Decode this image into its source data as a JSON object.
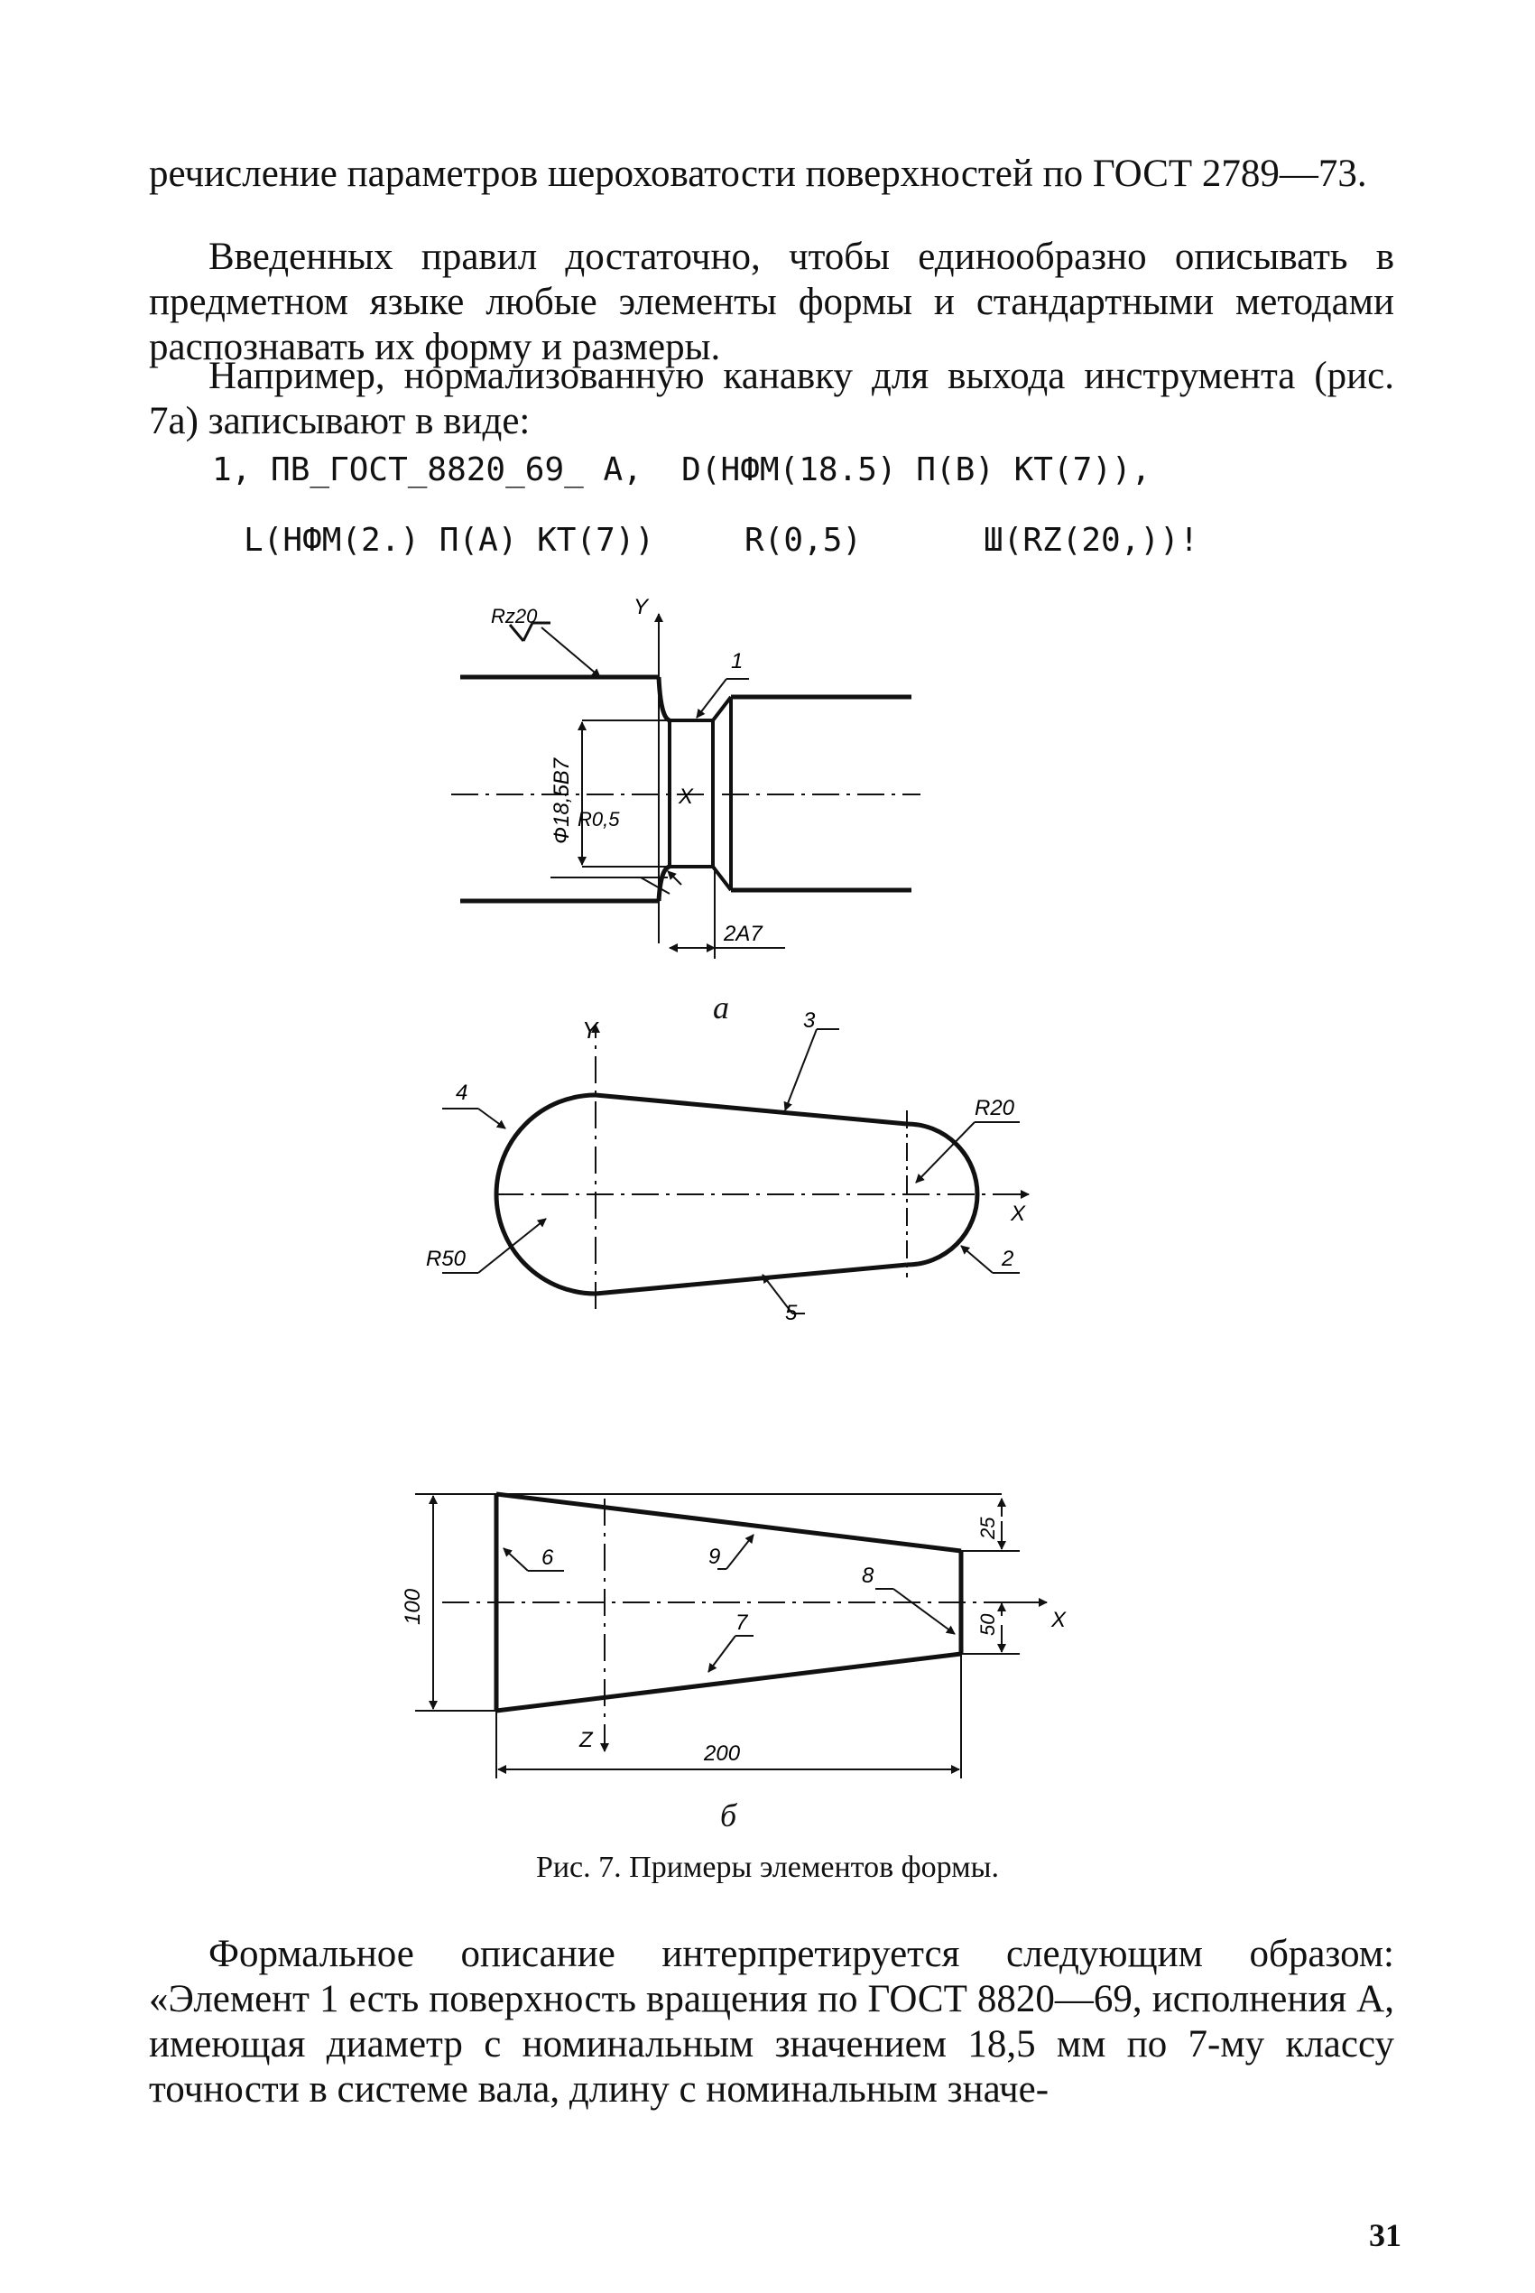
{
  "intro": {
    "line1": "речисление параметров шероховатости поверхностей по ГОСТ 2789—73.",
    "para2": "Введенных правил достаточно, чтобы единообразно описывать в предметном языке любые элементы формы и стандартными методами распознавать их форму и размеры.",
    "para3": "Например, нормализованную канавку для выхода инструмента (рис. 7а) записывают в виде:"
  },
  "code": {
    "line1": "1, ПВ_ГОСТ_8820_69_ А,  D(НФМ(18.5) П(В) КТ(7)),",
    "line2_part1": "L(НФМ(2.) П(А) КТ(7))",
    "line2_part2": "R(0,5)",
    "line2_part3": "Ш(RZ(20,))!"
  },
  "figure_a": {
    "label_rz": "Rz20",
    "label_y": "Y",
    "label_x": "X",
    "label_1": "1",
    "label_diam": "Ф18,5В7",
    "label_r": "R0,5",
    "label_2a": "2А7",
    "sublabel": "а"
  },
  "figure_b_upper": {
    "label_y": "Y",
    "label_x": "X",
    "label_3": "3",
    "label_4": "4",
    "label_r20": "R20",
    "label_2": "2",
    "label_r50": "R50",
    "label_5": "5"
  },
  "figure_b": {
    "label_100": "100",
    "label_6": "6",
    "label_9": "9",
    "label_8": "8",
    "label_7": "7",
    "label_25": "25",
    "label_50": "50",
    "label_x": "X",
    "label_z": "Z",
    "label_200": "200",
    "sublabel": "б"
  },
  "caption": "Рис. 7. Примеры элементов формы.",
  "outro": {
    "para": "Формальное описание интерпретируется следующим образом: «Элемент 1 есть поверхность вращения по ГОСТ 8820—69, исполнения А, имеющая диаметр с номинальным значением 18,5 мм по 7-му классу точности в системе вала, длину с номинальным значе-"
  },
  "page_number": "31"
}
